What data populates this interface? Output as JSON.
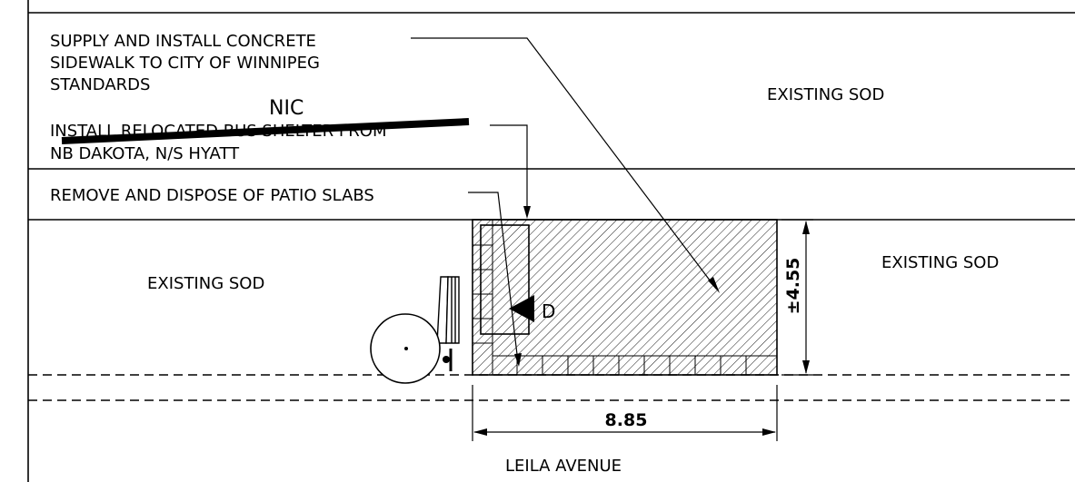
{
  "notes": {
    "sidewalk_line1": "SUPPLY AND INSTALL CONCRETE",
    "sidewalk_line2": "SIDEWALK TO CITY OF WINNIPEG",
    "sidewalk_line3": "STANDARDS",
    "nic": "NIC",
    "shelter_line1": "INSTALL RELOCATED BUS SHELTER FROM",
    "shelter_line2": "NB DAKOTA, N/S HYATT",
    "patio": "REMOVE AND DISPOSE OF PATIO SLABS"
  },
  "areas": {
    "sod_top_right": "EXISTING SOD",
    "sod_left": "EXISTING SOD",
    "sod_right": "EXISTING SOD"
  },
  "marker": {
    "label": "D"
  },
  "dimensions": {
    "width": "8.85",
    "depth": "±4.55"
  },
  "street": {
    "name": "LEILA AVENUE"
  }
}
